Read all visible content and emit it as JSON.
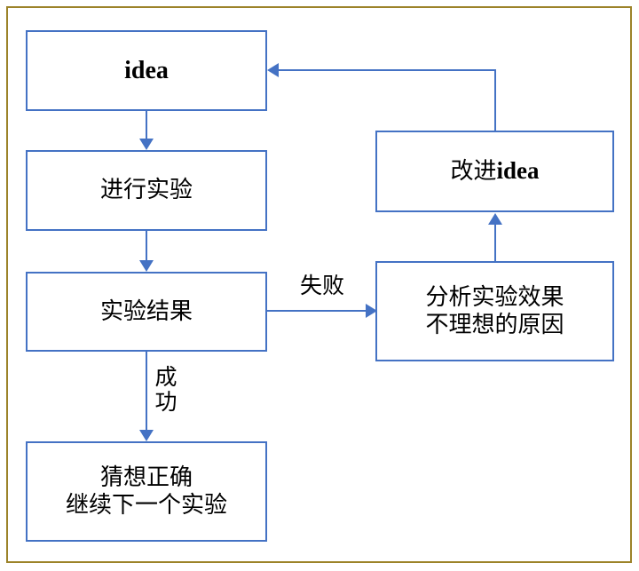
{
  "diagram": {
    "title": "experiment-iteration-flowchart",
    "frame_color": "#9c8329",
    "node_border_color": "#4472c4",
    "connector_color": "#4472c4",
    "background_color": "#ffffff",
    "nodes": [
      {
        "id": "idea",
        "label": "idea",
        "script": "latin"
      },
      {
        "id": "run_experiment",
        "label": "进行实验",
        "script": "cjk"
      },
      {
        "id": "result",
        "label": "实验结果",
        "script": "cjk"
      },
      {
        "id": "success",
        "label": "猜想正确\n继续下一个实验",
        "script": "cjk"
      },
      {
        "id": "improve_idea",
        "label_cjk": "改进",
        "label_latin": "idea",
        "script": "mixed"
      },
      {
        "id": "analyze",
        "label": "分析实验效果\n不理想的原因",
        "script": "cjk"
      }
    ],
    "edge_labels": {
      "failure": "失败",
      "success": "成\n功"
    },
    "edges": [
      {
        "from": "idea",
        "to": "run_experiment",
        "label": ""
      },
      {
        "from": "run_experiment",
        "to": "result",
        "label": ""
      },
      {
        "from": "result",
        "to": "success",
        "label": "成功"
      },
      {
        "from": "result",
        "to": "analyze",
        "label": "失败"
      },
      {
        "from": "analyze",
        "to": "improve_idea",
        "label": ""
      },
      {
        "from": "improve_idea",
        "to": "idea",
        "label": ""
      }
    ]
  }
}
